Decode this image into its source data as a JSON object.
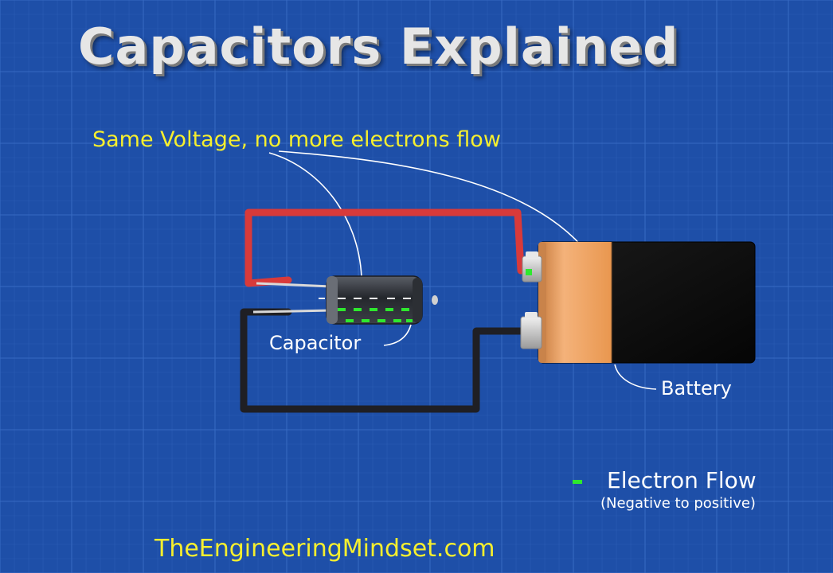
{
  "title": "Capacitors Explained",
  "callout": "Same Voltage, no more electrons flow",
  "labels": {
    "capacitor": "Capacitor",
    "battery": "Battery"
  },
  "legend": {
    "symbol": "-",
    "title": "Electron Flow",
    "subtitle": "(Negative to positive)",
    "color": "#2ee82e"
  },
  "footer": "TheEngineeringMindset.com",
  "colors": {
    "background": "#1e4fa8",
    "grid": "#3a6cc4",
    "positive_wire": "#d83a3a",
    "negative_wire": "#1f1f24",
    "battery_copper": "#f0a868",
    "battery_body": "#0b0b0b",
    "capacitor_body": "#2a2d33",
    "callout_text": "#f6ef2e",
    "title_text": "#e6e6e6"
  }
}
